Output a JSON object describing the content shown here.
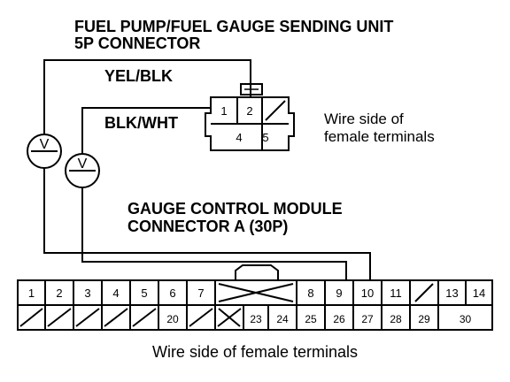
{
  "sender_connector": {
    "title_line1": "FUEL PUMP/FUEL GAUGE SENDING UNIT",
    "title_line2": "5P CONNECTOR",
    "note_line1": "Wire side of",
    "note_line2": "female terminals",
    "pins": [
      "1",
      "2",
      "4",
      "5"
    ]
  },
  "wires": {
    "upper": "YEL/BLK",
    "lower": "BLK/WHT"
  },
  "module_connector": {
    "title_line1": "GAUGE CONTROL MODULE",
    "title_line2": "CONNECTOR A (30P)",
    "top_row": [
      "1",
      "2",
      "3",
      "4",
      "5",
      "6",
      "7",
      "",
      "8",
      "9",
      "10",
      "11",
      "",
      "13",
      "14"
    ],
    "bottom_row": [
      "",
      "",
      "",
      "",
      "",
      "20",
      "",
      "",
      "23",
      "24",
      "25",
      "26",
      "27",
      "28",
      "29",
      "30"
    ],
    "footer": "Wire side of female terminals"
  },
  "meters": [
    {
      "symbol": "V"
    },
    {
      "symbol": "V"
    }
  ]
}
